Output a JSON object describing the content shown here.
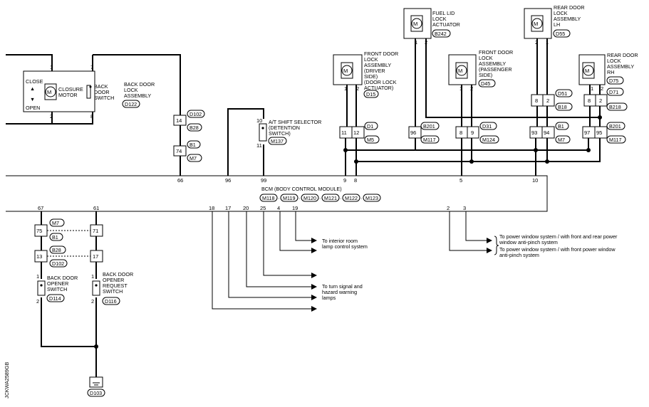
{
  "bcm": {
    "title": "BCM (BODY CONTROL MODULE)",
    "connectors": [
      "M118",
      "M119",
      "M120",
      "M121",
      "M122",
      "M123"
    ],
    "top_pins": [
      "66",
      "96",
      "99",
      "9",
      "8",
      "5",
      "10"
    ],
    "bottom_pins": [
      "67",
      "61",
      "18",
      "17",
      "20",
      "25",
      "4",
      "19",
      "2",
      "3"
    ]
  },
  "back_door_lock": {
    "label": [
      "BACK DOOR",
      "LOCK",
      "ASSEMBLY"
    ],
    "connector": "D122",
    "close": "CLOSE",
    "open": "OPEN",
    "motor": [
      "CLOSURE",
      "MOTOR"
    ],
    "switch": [
      "BACK",
      "DOOR",
      "SWITCH"
    ],
    "pins": [
      "1",
      "7",
      "2",
      "8"
    ]
  },
  "joint_d102": {
    "pins": [
      "14",
      "74"
    ],
    "connectors": [
      "D102",
      "B28",
      "B1",
      "M7"
    ]
  },
  "shift_selector": {
    "label": [
      "A/T SHIFT SELECTOR",
      "(DETENTION",
      "SWITCH)"
    ],
    "connector": "M137",
    "pins": [
      "10",
      "11"
    ]
  },
  "front_door_driver": {
    "label": [
      "FRONT DOOR",
      "LOCK",
      "ASSEMBLY",
      "(DRIVER",
      "SIDE)",
      "(DOOR LOCK",
      "ACTUATOR)"
    ],
    "connector": "D15",
    "pins": [
      "1",
      "2"
    ]
  },
  "fuel_lid": {
    "label": [
      "FUEL LID",
      "LOCK",
      "ACTUATOR"
    ],
    "connector": "B242",
    "pins": [
      "1",
      "2"
    ]
  },
  "front_door_pass": {
    "label": [
      "FRONT DOOR",
      "LOCK",
      "ASSEMBLY",
      "(PASSENGER",
      "SIDE)"
    ],
    "connector": "D45",
    "pins": [
      "1",
      "2"
    ]
  },
  "rear_door_lh": {
    "label": [
      "REAR DOOR",
      "LOCK",
      "ASSEMBLY",
      "LH"
    ],
    "connector": "D55",
    "pins": [
      "2",
      "1"
    ]
  },
  "rear_door_rh": {
    "label": [
      "REAR DOOR",
      "LOCK",
      "ASSEMBLY",
      "RH"
    ],
    "connector": "D75",
    "pins": [
      "1",
      "2"
    ]
  },
  "joints": {
    "d1": {
      "pins": [
        "11",
        "12"
      ],
      "connectors": [
        "D1",
        "M5"
      ]
    },
    "b201": {
      "pins": [
        "96"
      ],
      "connectors": [
        "B201",
        "M117"
      ]
    },
    "d31": {
      "pins": [
        "8",
        "9"
      ],
      "connectors": [
        "D31",
        "M124"
      ]
    },
    "b1": {
      "pins": [
        "93",
        "94"
      ],
      "connectors": [
        "B1",
        "M7"
      ]
    },
    "b201b": {
      "pins": [
        "97",
        "95"
      ],
      "connectors": [
        "B201",
        "M117"
      ]
    },
    "d51": {
      "pins": [
        "8",
        "2"
      ],
      "connectors": [
        "D51",
        "B18"
      ]
    },
    "d71": {
      "pins": [
        "8",
        "2"
      ],
      "connectors": [
        "D71",
        "B218"
      ]
    }
  },
  "lower_joints": {
    "pins": [
      "75",
      "71",
      "13",
      "17"
    ],
    "connectors": [
      "M7",
      "B1",
      "B28",
      "D102"
    ]
  },
  "opener_switch": {
    "label": [
      "BACK DOOR",
      "OPENER",
      "SWITCH"
    ],
    "connector": "D114",
    "pins": [
      "1",
      "2"
    ]
  },
  "opener_request": {
    "label": [
      "BACK DOOR",
      "OPENER",
      "REQUEST",
      "SWITCH"
    ],
    "connector": "D116",
    "pins": [
      "1",
      "2"
    ]
  },
  "ground": {
    "connector": "D103"
  },
  "notes": {
    "interior": [
      "To interior room",
      "lamp control system"
    ],
    "turn": [
      "To turn signal and",
      "hazard warning",
      "lamps"
    ],
    "pw1": [
      "To power window system / with front and rear power",
      "window anti-pinch system"
    ],
    "pw2": [
      "To power window system / with front power window",
      "anti-pinch system"
    ]
  },
  "figure_id": "JCKWA2589GB"
}
